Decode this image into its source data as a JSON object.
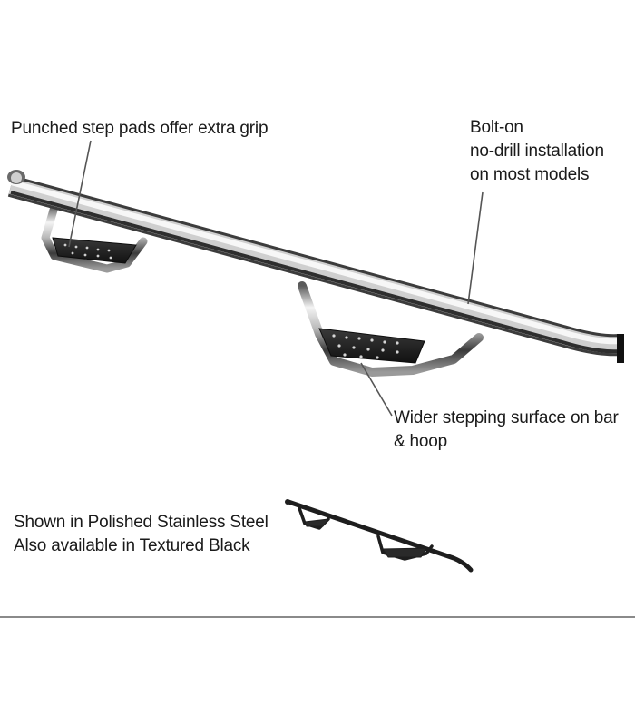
{
  "callouts": {
    "grip": {
      "text": "Punched step pads offer extra grip"
    },
    "bolt_on": {
      "lines": [
        "Bolt-on",
        "no-drill installation",
        "on most models"
      ]
    },
    "wider": {
      "lines": [
        "Wider stepping surface on bar",
        "& hoop"
      ]
    }
  },
  "finish_note": {
    "lines": [
      "Shown in Polished Stainless Steel",
      "Also available in Textured Black"
    ]
  },
  "colors": {
    "steel_light": "#f2f2f2",
    "steel_dark": "#4a4a4a",
    "pad": "#2a2a2a",
    "black_variant": "#1e1e1e",
    "divider": "#8a8a8a"
  }
}
